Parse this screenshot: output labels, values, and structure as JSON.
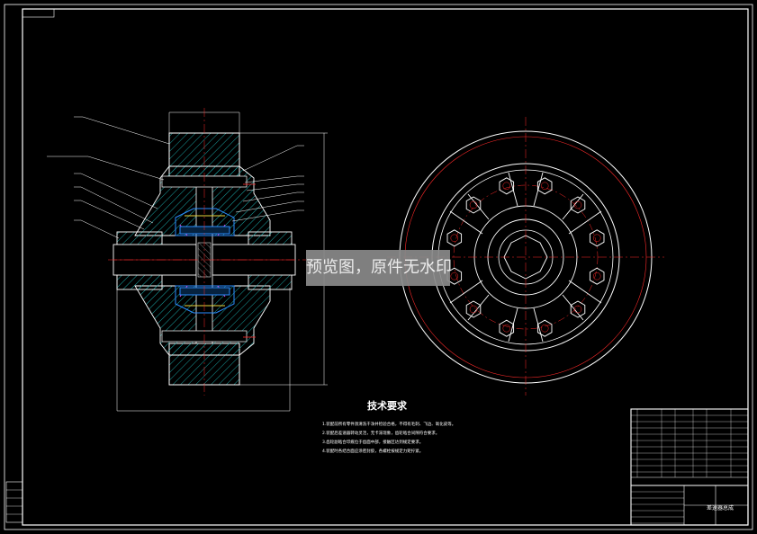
{
  "watermark": "预览图，原件无水印",
  "tech_title": "技术要求",
  "tech_notes": [
    "1.装配前所有零件须清洗干净并检验合格，不得有毛刺、飞边、氧化皮等。",
    "2.装配后差速器转动灵活，无卡滞现象，齿轮啮合间隙符合要求。",
    "3.齿轮副啮合印痕位于齿面中部，接触区达到规定要求。",
    "4.装配时各结合面应涂密封胶，各螺栓按规定力矩拧紧。"
  ],
  "title_block": {
    "drawing_name": "差速器总成"
  },
  "colors": {
    "outline": "#ffffff",
    "center_line": "#ff2a2a",
    "hatch": "#1aa5a5",
    "part_blue": "#2a8cff",
    "part_yellow": "#e8d23a",
    "part_magenta": "#e040e0",
    "leader": "#ffffff"
  }
}
